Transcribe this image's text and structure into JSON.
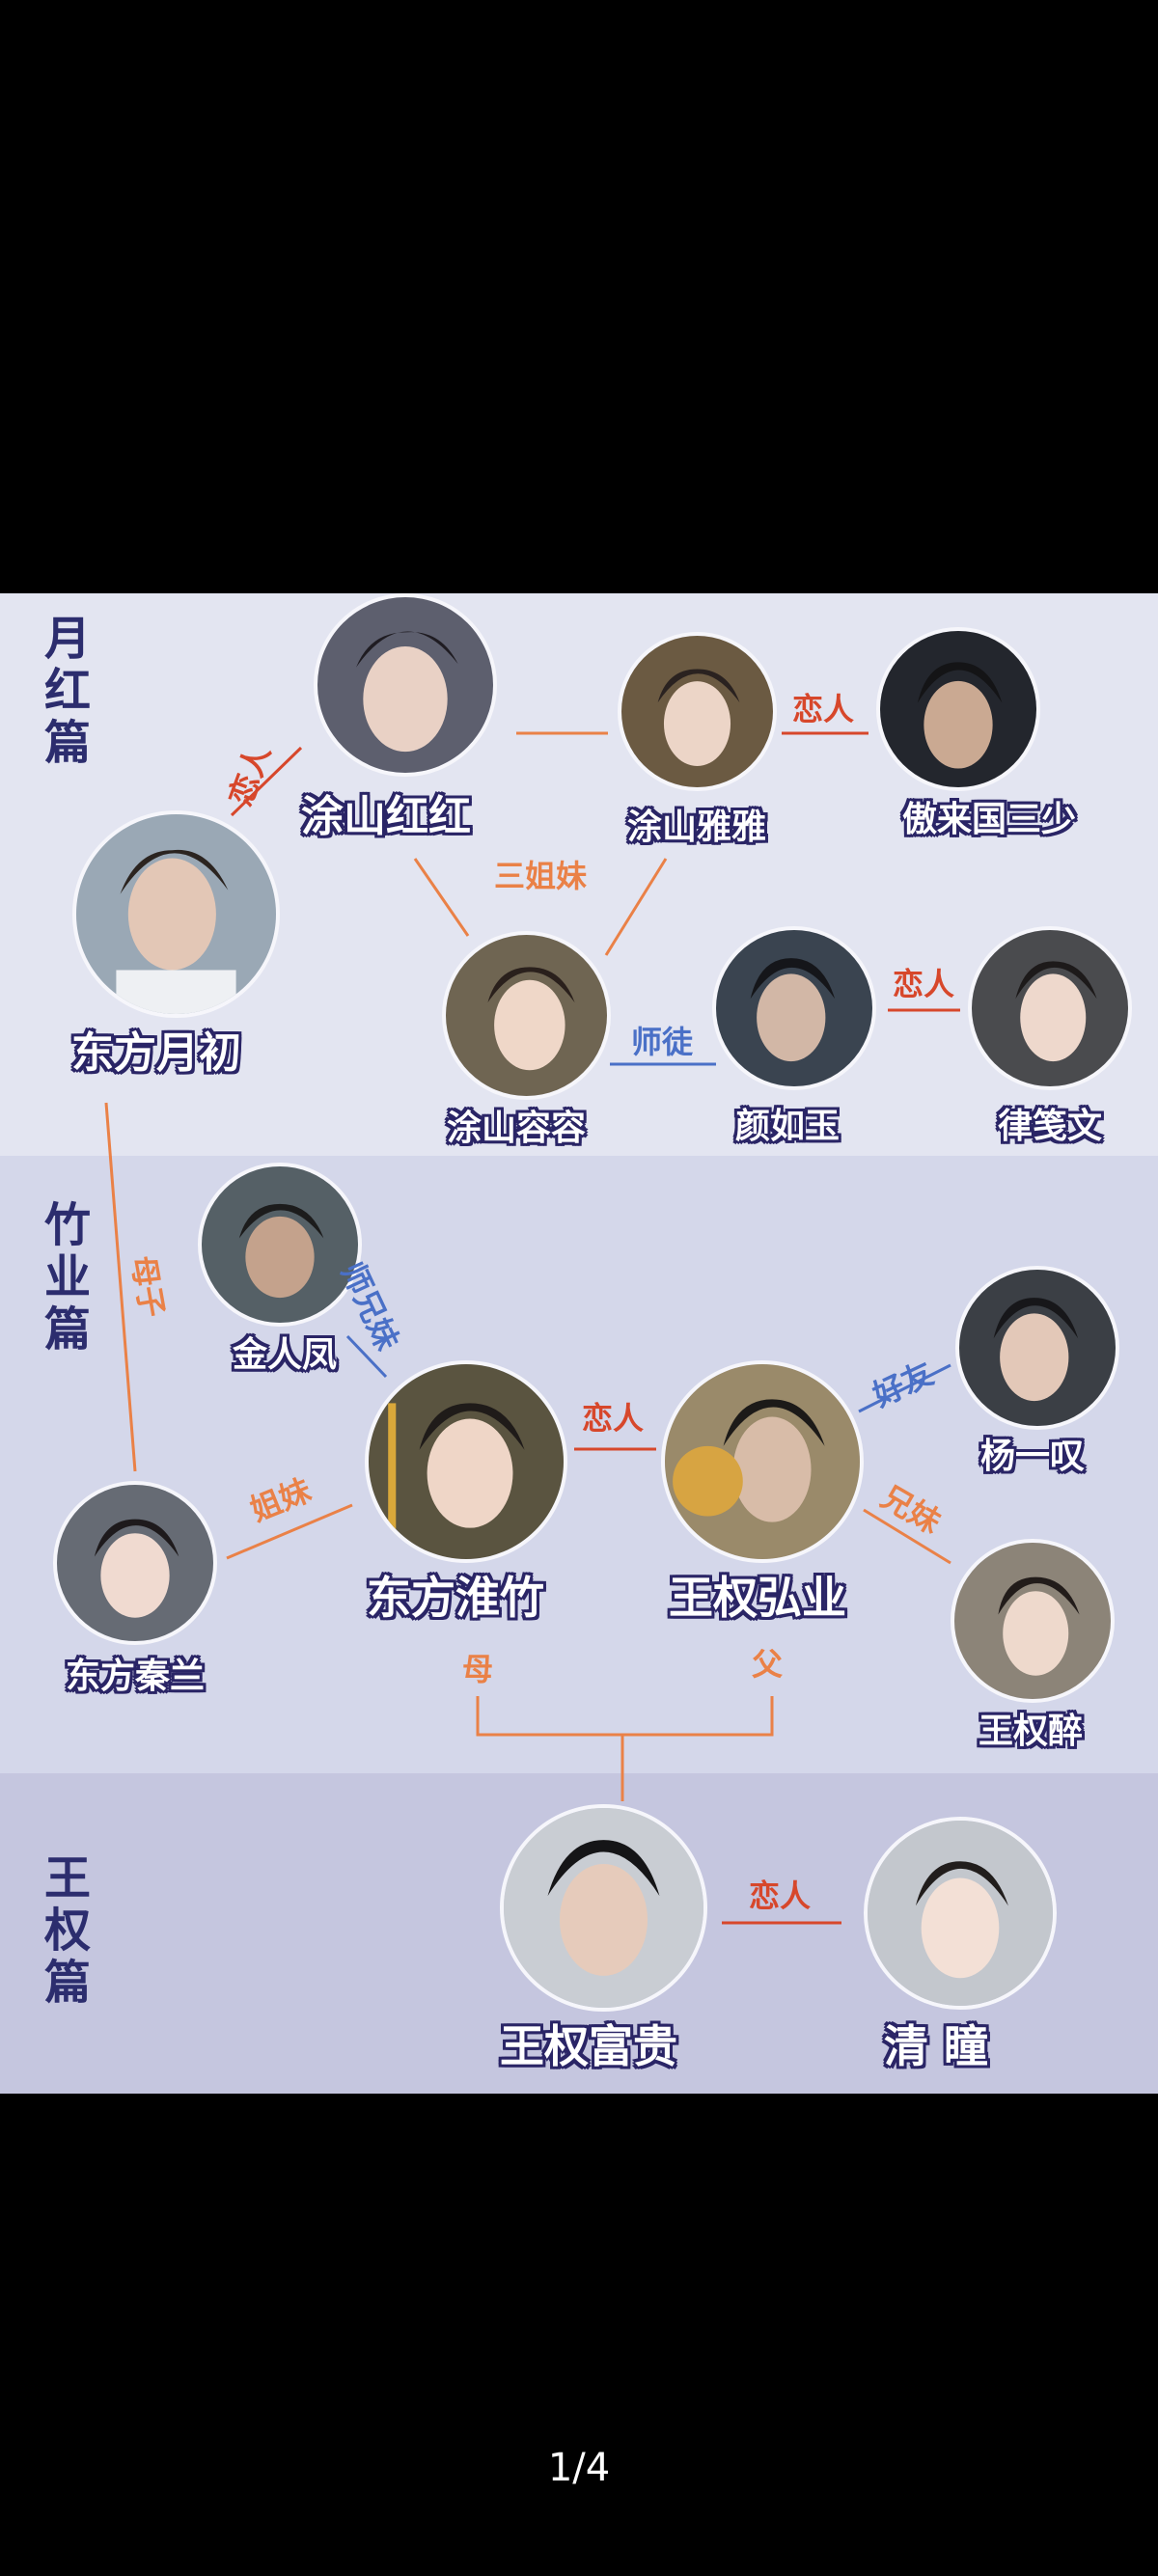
{
  "sections": {
    "yuehong": "月红篇",
    "zhuye": "竹业篇",
    "wangquan": "王权篇"
  },
  "characters": {
    "tushan_honghong": "涂山红红",
    "tushan_yaya": "涂山雅雅",
    "aolaiguo_sanshao": "傲来国三少",
    "dongfang_yuechu": "东方月初",
    "tushan_rongrong": "涂山容容",
    "yan_ruyu": "颜如玉",
    "lv_jianwen": "律笺文",
    "jin_renfeng": "金人凤",
    "yang_yitan": "杨一叹",
    "dongfang_huaizhu": "东方淮竹",
    "wangquan_hongye": "王权弘业",
    "dongfang_qinlan": "东方秦兰",
    "wangquan_zui": "王权醉",
    "wangquan_fugui": "王权富贵",
    "qing_tong": "清 瞳"
  },
  "relations": {
    "lianren": "恋人",
    "sanjiemei": "三姐妹",
    "shitu": "师徒",
    "muzi": "母子",
    "shixiongmei": "师兄妹",
    "haoyou": "好友",
    "jiemei": "姐妹",
    "xiongmei": "兄妹",
    "mu": "母",
    "fu": "父"
  },
  "colors": {
    "lover_line": "#d7472b",
    "family_line": "#ea8147",
    "mentor_line": "#4a70c7",
    "label_navy": "#2c2d6e"
  },
  "page_indicator": "1/4"
}
